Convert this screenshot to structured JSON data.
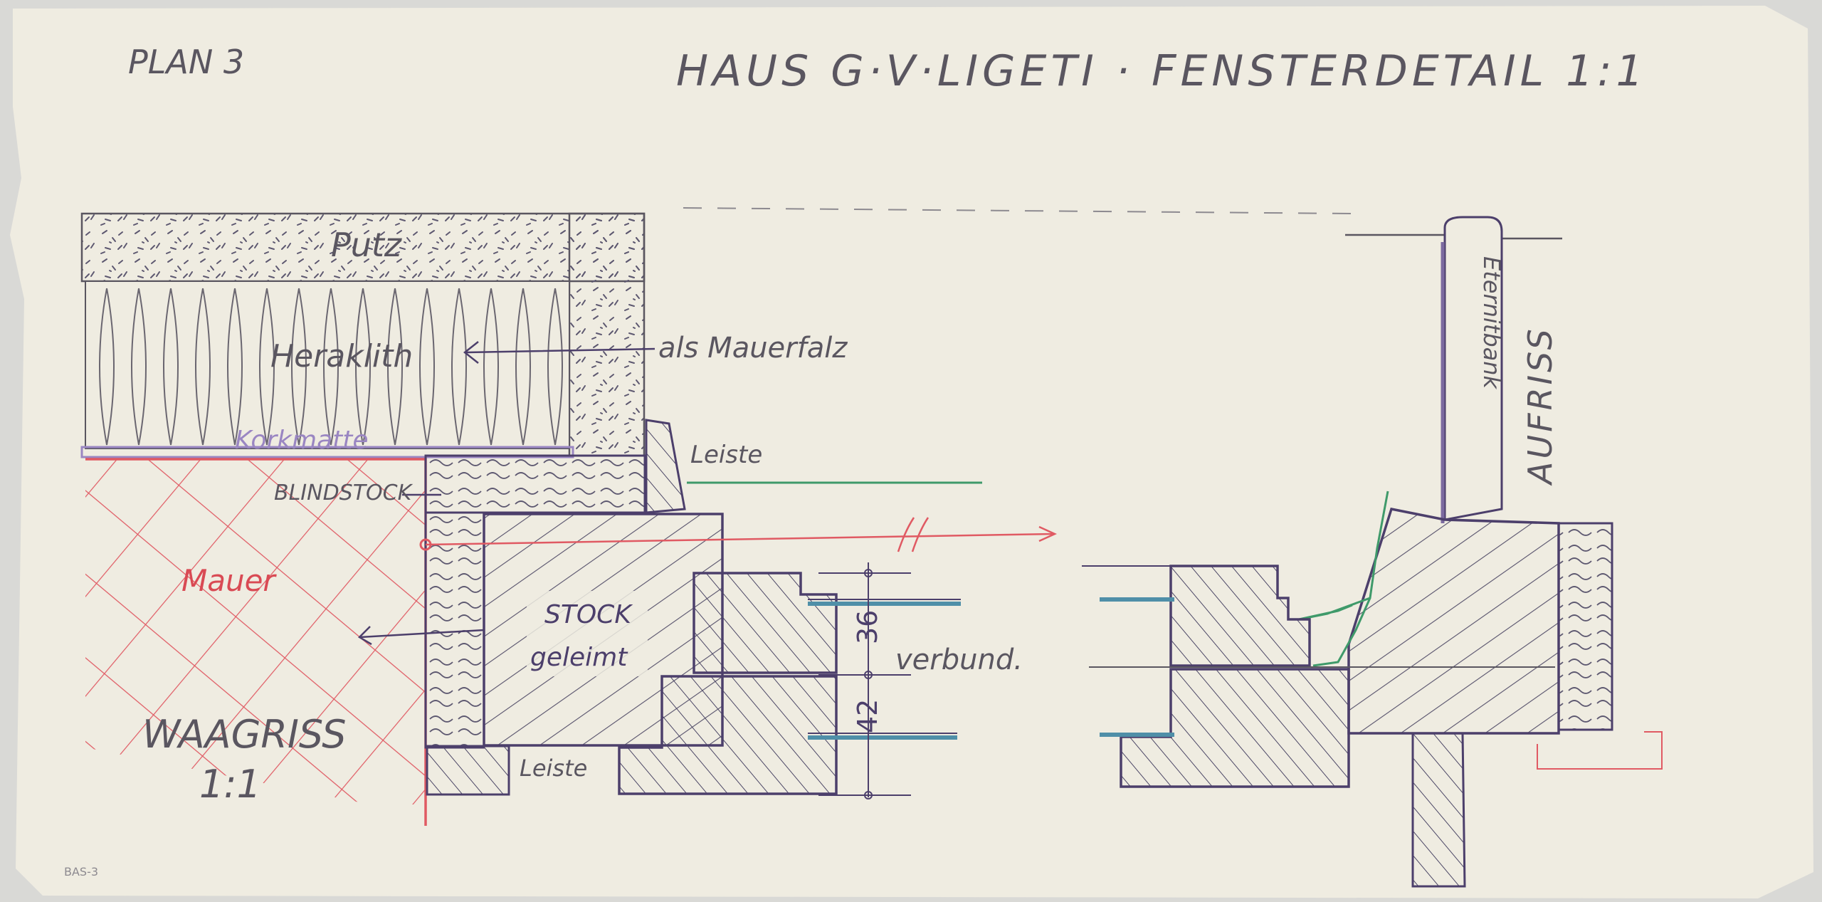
{
  "sheet": {
    "plan_no": "PLAN 3",
    "title": "HAUS G·V·LIGETI · FENSTERDETAIL 1:1",
    "left_view_title": "WAAGRISS",
    "left_view_scale": "1:1",
    "right_view_title": "AUFRISS",
    "catalog_no": "BAS-3"
  },
  "labels": {
    "putz": "Putz",
    "heraklith": "Heraklith",
    "mauerfalz": "als Mauerfalz",
    "korkmatte": "Korkmatte",
    "blindstock": "BLINDSTOCK",
    "mauer": "Mauer",
    "leiste_top": "Leiste",
    "leiste_bottom": "Leiste",
    "stock": "STOCK",
    "geleimt": "geleimt",
    "verbund": "verbund.",
    "eternit": "Eternitbank",
    "dim_36": "36",
    "dim_42": "42"
  },
  "colors": {
    "paper": "#efece1",
    "graphite": "#5a5660",
    "violet_ink": "#4c3f6b",
    "red_ink": "#d94a54",
    "green_ink": "#3f9a6a",
    "blue_ink": "#4f8fa8",
    "purple_pencil": "#9a86c2"
  }
}
